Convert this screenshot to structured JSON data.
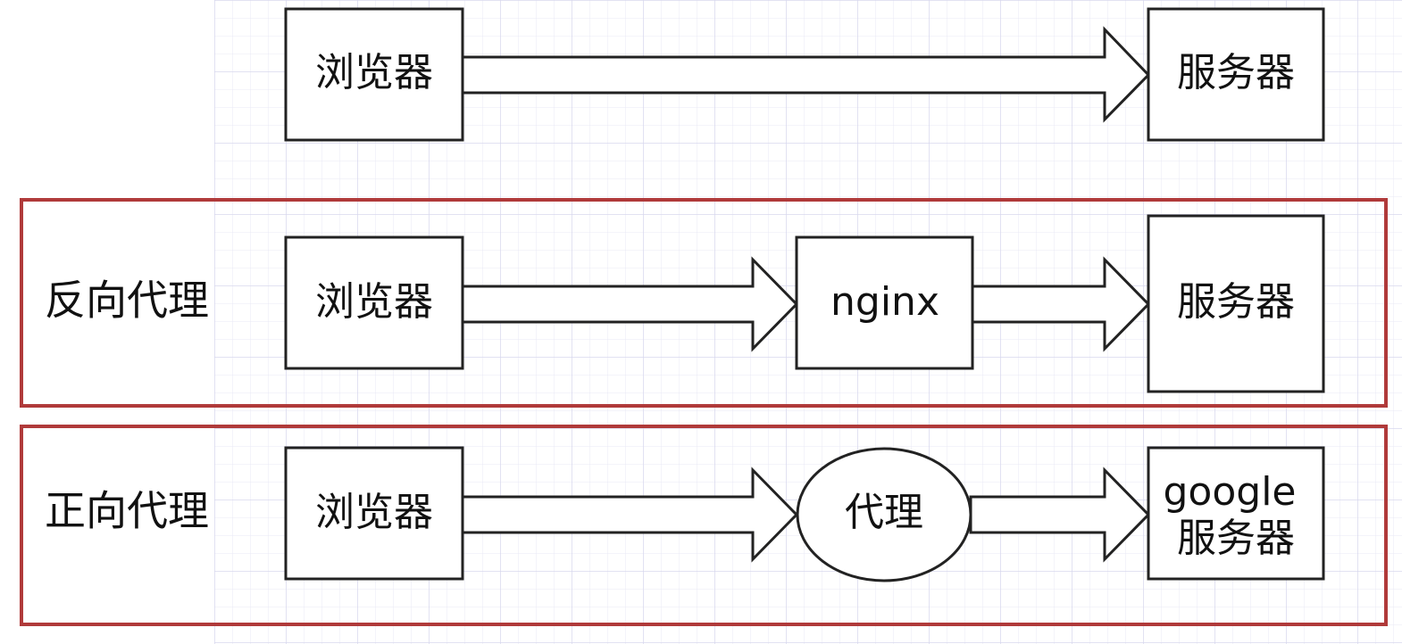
{
  "rows": [
    {
      "label": "",
      "nodes": [
        {
          "id": "browser",
          "text": "浏览器"
        },
        {
          "id": "server",
          "text": "服务器"
        }
      ]
    },
    {
      "label": "反向代理",
      "nodes": [
        {
          "id": "browser",
          "text": "浏览器"
        },
        {
          "id": "nginx",
          "text": "nginx"
        },
        {
          "id": "server",
          "text": "服务器"
        }
      ]
    },
    {
      "label": "正向代理",
      "nodes": [
        {
          "id": "browser",
          "text": "浏览器"
        },
        {
          "id": "proxy",
          "text": "代理"
        },
        {
          "id": "google-server",
          "text": [
            "google",
            "服务器"
          ]
        }
      ]
    }
  ],
  "colors": {
    "group_border": "#b03a3a",
    "grid_line": "#e3e3f3",
    "stroke": "#222222",
    "fill": "#ffffff"
  }
}
